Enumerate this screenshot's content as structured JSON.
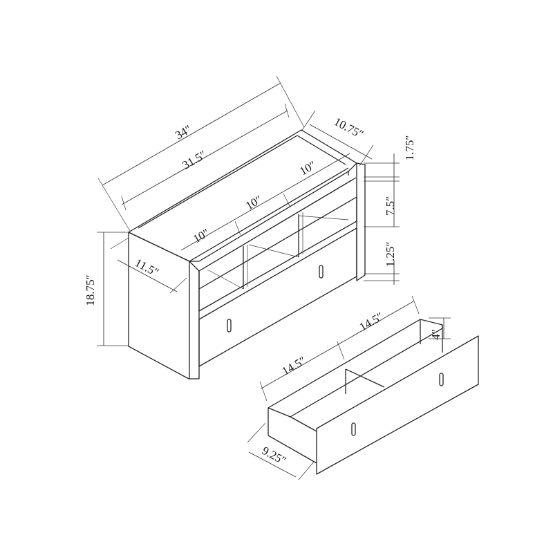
{
  "dimensions": {
    "overall_width": "34″",
    "inner_width": "31.5″",
    "depth": "10.75″",
    "compartment_1": "10″",
    "compartment_2": "10″",
    "compartment_3": "10″",
    "top_thickness": "1.75″",
    "shelf_height": "7.5″",
    "shelf_thickness": "1.25″",
    "overall_height": "18.75″",
    "side_depth": "11.5″",
    "drawer_section_left": "14.5″",
    "drawer_section_right": "14.5″",
    "drawer_height": "4″",
    "drawer_depth": "9.25″"
  }
}
